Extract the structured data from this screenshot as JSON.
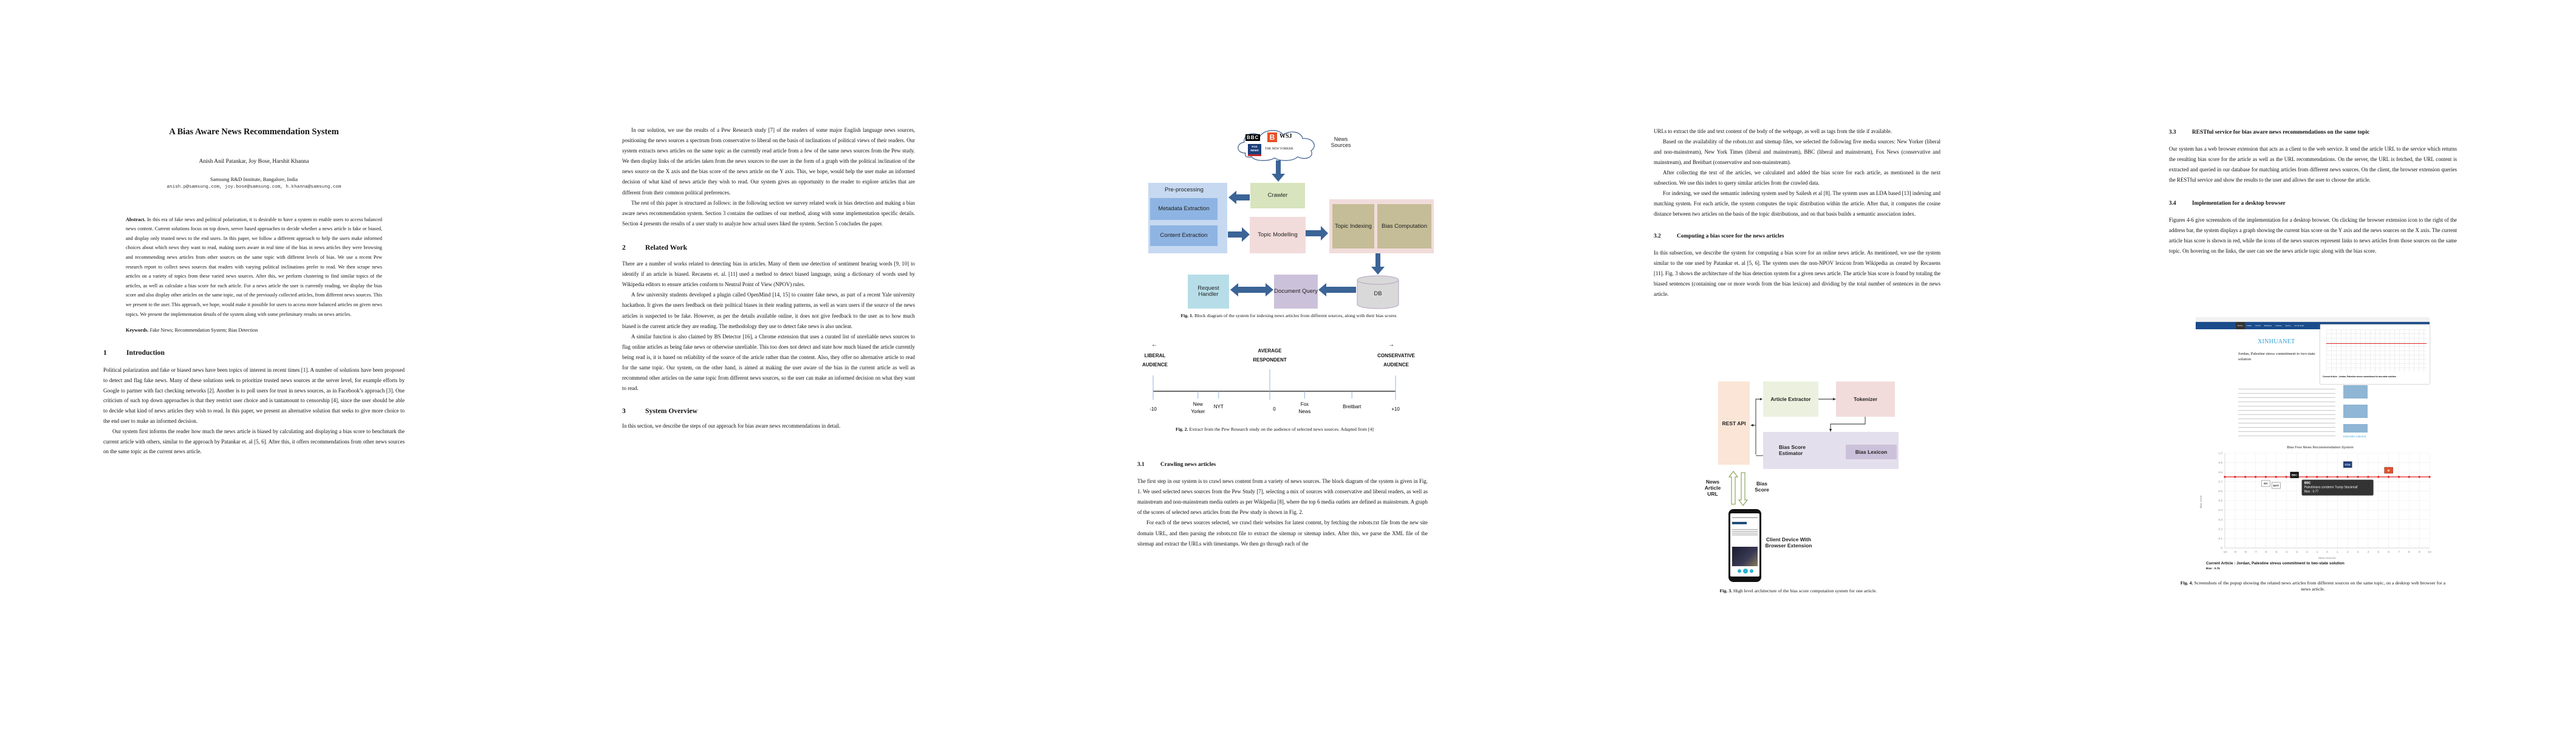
{
  "pages": {
    "p1": {
      "title": "A Bias Aware News Recommendation System",
      "authors": "Anish Anil Patankar, Joy Bose, Harshit Khanna",
      "affiliation": "Samsung R&D Institute, Bangalore, India",
      "emails": "anish.p@samsung.com, joy.bose@samsung.com, h.khanna@samsung.com",
      "abstract_label": "Abstract.",
      "abstract": "In this era of fake news and political polarization, it is desirable to have a system to enable users to access balanced news content. Current solutions focus on top down, server based approaches to decide whether a news article is fake or biased, and display only trusted news to the end users. In this paper, we follow a different approach to help the users make informed choices about which news they want to read, making users aware in real time of the bias in news articles they were browsing and recommending news articles from other sources on the same topic with different levels of bias. We use a recent Pew research report to collect news sources that readers with varying political inclinations prefer to read. We then scrape news articles on a variety of topics from these varied news sources. After this, we perform clustering to find similar topics of the articles, as well as calculate a bias score for each article. For a news article the user is currently reading, we display the bias score and also display other articles on the same topic, out of the previously collected articles, from different news sources. This we present to the user. This approach, we hope, would make it possible for users to access more balanced articles on given news topics.  We present the implementation details of the system along with some preliminary results on news articles.",
      "keywords_label": "Keywords.",
      "keywords": "Fake News; Recommendation System; Bias Detection",
      "sec1_num": "1",
      "sec1_title": "Introduction",
      "sec1_p1": "Political polarization and fake or biased news have been topics of interest in recent times [1]. A number of solutions have been proposed to detect and flag fake news. Many of these solutions seek to prioritize trusted news sources at the server level, for example efforts by Google to partner with fact checking networks [2]. Another is to poll users for trust in news sources, as in Facebook’s approach [3]. One criticism of such top down approaches is that they restrict user choice and is tantamount to censorship [4], since the user should be able to decide what kind of news articles they wish to read. In this paper, we present an alternative solution that seeks to give more choice to the end user to make an informed decision.",
      "sec1_p2": "Our system first informs the reader how much the news article is biased by calculating and displaying a bias score to benchmark the current article with others, similar to the approach by Patankar et. al [5, 6]. After this, it offers recommendations from other news sources on the same topic as the current news article."
    },
    "p2": {
      "p1": "In our solution, we use the results of a Pew Research study [7] of the readers of some major English language news sources, positioning the news sources a spectrum from conservative to liberal on the basis of inclinations of political views of their readers. Our system extracts news articles on the same topic as the currently read article from a few of the same news sources from the Pew study. We then display links of the articles taken from the news sources to the user in the form of a graph with the political inclination of the news source on the X axis and the bias score of the news article on the Y axis. This, we hope, would help the user make an informed decision of what kind of news article they wish to read. Our system gives an opportunity to the reader to explore articles that are different from their common political preferences.",
      "p2": "The rest of this paper is structured as follows: in the following section we survey related work in bias detection and making a bias aware news recommendation system. Section 3 contains the outlines of our method, along with some implementation specific details. Section 4 presents the results of a user study to analyze how actual users liked the system. Section 5 concludes the paper.",
      "sec2_num": "2",
      "sec2_title": "Related Work",
      "sec2_p1": "There are a number of works related to detecting bias in articles. Many of them use detection of sentiment bearing words [9, 10] to identify if an article is biased. Recasens et. al. [11] used a method to detect biased language, using a dictionary of words used by Wikipedia editors to ensure articles conform to Neutral Point of View (NPOV) rules.",
      "sec2_p2": "A few university students developed a plugin called OpenMind [14, 15] to counter fake news, as part of a recent Yale university hackathon. It gives the users feedback on their political biases in their reading patterns, as well as warn users if the source of the news articles is suspected to be fake. However, as per the details available online, it does not give feedback to the user as to how much biased is the current article they are reading. The methodology they use to detect fake news is also unclear.",
      "sec2_p3": "A similar function is also claimed by BS Detector [16], a Chrome extension that uses a curated list of unreliable news sources to flag online articles as being fake news or otherwise unreliable.  This too does not detect and state how much biased the article currently being read is, it is based on reliability of the source of the article rather than the content. Also, they offer no alternative article to read for the same topic. Our system, on the other hand, is aimed at making the user aware of the bias in the current article as well as recommend other articles on the same topic from different news sources, so the user can make an informed decision on what they want to read.",
      "sec3_num": "3",
      "sec3_title": "System Overview",
      "sec3_p1": "In this section, we describe the steps of our approach for bias aware news recommendations in detail."
    },
    "p3": {
      "fig1": {
        "logos": [
          "BBC",
          "B",
          "WSJ",
          "FOX NEWS",
          "THE NEW YORKER"
        ],
        "cloud_label": "News Sources",
        "preprocessing": "Pre-processing",
        "metadata": "Metadata Extraction",
        "content": "Content Extraction",
        "crawler": "Crawler",
        "topic_modelling": "Topic Modelling",
        "topic_indexing": "Topic Indexing",
        "bias_computation": "Bias Computation",
        "db": "DB",
        "document_query": "Document Query",
        "request_handler": "Request Handler",
        "caption_label": "Fig. 1.",
        "caption": "Block diagram of the system for indexing news articles from different sources, along with their bias scores"
      },
      "fig2": {
        "left_label": "LIBERAL AUDIENCE",
        "center_label": "AVERAGE RESPONDENT",
        "right_label": "CONSERVATIVE AUDIENCE",
        "caption_label": "Fig. 2.",
        "caption": "Extract from the Pew Research study on the audience of selected news sources. Adapted from [4]"
      },
      "sec31_num": "3.1",
      "sec31_title": "Crawling news articles",
      "sec31_p1": "The first step in our system is to crawl news content from a variety of news sources. The block diagram of the system is given in Fig. 1.  We used selected news sources from the Pew Study [7], selecting a mix of sources with conservative and liberal readers, as well as mainstream and non-mainstream media outlets as per Wikipedia [8], where the top 6 media outlets are defined as mainstream. A graph of the scores of selected news articles from the Pew study is shown in Fig. 2.",
      "sec31_p2": "For each of the news sources selected, we crawl their websites for latest content, by fetching the robots.txt file from the new site domain URL, and then parsing the robots.txt file to extract the sitemap or sitemap index. After this, we parse the XML file of the sitemap and extract the URLs with timestamps. We then go through each of the"
    },
    "p4": {
      "p1": "URLs to extract the title and text content of the body of the webpage, as well as tags from the title if available.",
      "p2": "Based on the availability of the robots.txt and sitemap files, we selected the following five media sources: New Yorker (liberal and non-mainstream), New York Times (liberal and mainstream), BBC (liberal and mainstream), Fox News (conservative and mainstream), and Breitbart (conservative and non-mainstream).",
      "p3": "After collecting the text of the articles, we calculated and added the bias score for each article, as mentioned in the next subsection. We use this index to query similar articles from the crawled data.",
      "p4": "For indexing, we used the semantic indexing system used by Sailesh et al [8]. The system uses an LDA based [13] indexing and matching system. For each article, the system computes the topic distribution within the article. After that, it computes the cosine distance between two articles on the basis of the topic distributions, and on that basis builds a semantic association index.",
      "sec32_num": "3.2",
      "sec32_title": "Computing a bias score for the news articles",
      "sec32_p1": "In this subsection, we describe the system for computing a bias score for an online news article.  As mentioned, we use the system similar to the one used by Patankar et. al [5, 6].  The system uses the non-NPOV lexicon from Wikipedia as created by Recasens [11]. Fig. 3 shows the architecture of the bias detection system for a given news article. The article bias score is found by totaling the biased sentences (containing one or more words from the bias lexicon) and dividing by the total number of sentences in the news article.",
      "fig3": {
        "rest_api": "REST API",
        "article_extractor": "Article Extractor",
        "tokenizer": "Tokenizer",
        "bias_score_estimator": "Bias Score Estimator",
        "bias_lexicon": "Bias Lexicon",
        "news_article_url": "News Article URL",
        "bias_score": "Bias Score",
        "client_device": "Client Device With Browser Extension",
        "caption_label": "Fig. 3.",
        "caption": "High level architecture of the bias score computation system for one article."
      }
    },
    "p5": {
      "sec33_num": "3.3",
      "sec33_title": "RESTful service for bias aware news recommendations on the same topic",
      "sec33_p1": "Our system has a web browser extension that acts as a client to the web service. It send the article URL to the service which returns the resulting bias score for the article as well as the URL recommendations. On the server, the URL is fetched, the URL content is extracted and queried in our database for matching articles from different news sources. On the client, the browser extension queries the RESTful service and show the results to the user and allows the user to choose the article.",
      "sec34_num": "3.4",
      "sec34_title": "Implementation for a desktop browser",
      "sec34_p1": "Figures 4-6 give screenshots of the implementation for a desktop browser. On clicking the browser extension icon to the right of the address bar, the system displays a graph showing the current bias score on the Y axis and the news sources on the X axis. The current article bias score is shown in red, while the icons of the news sources represent links to news articles from those sources on the same topic. On hovering on the links, the user can see the news article topic along with the bias score.",
      "fig4": {
        "site_name": "XINHUANET",
        "headline": "Jordan, Palestine stress commitment to two-state solution",
        "nav": [
          "Home",
          "China",
          "World",
          "Business",
          "Culture",
          "Sports",
          "Sci & Tech"
        ],
        "editors_choice": "EDITOR'S CHOICE",
        "tooltip_source": "BBC",
        "tooltip_title": "Palestinians condemn Trump 'blackmail'",
        "tooltip_bias": "Bias : 0.77",
        "current_article_label": "Current Article : Jordan, Palestine stress commitment to two-state solution",
        "current_bias_label": "Bias : 0.75",
        "caption_label": "Fig. 4.",
        "caption": "Screenshots of the popup showing the related news articles from different sources on the same topic, on a desktop web browser for a news article."
      }
    }
  },
  "chart_data": [
    {
      "type": "scatter",
      "title": "",
      "xlabel": "",
      "ylabel": "",
      "xlim": [
        -10,
        10
      ],
      "x_ticks": [
        "-10",
        "0",
        "+10"
      ],
      "points": [
        {
          "label": "New Yorker",
          "x": -6.3
        },
        {
          "label": "NYT",
          "x": -4.6
        },
        {
          "label": "Fox News",
          "x": 2.5
        },
        {
          "label": "Breitbart",
          "x": 6.4
        }
      ]
    },
    {
      "type": "scatter",
      "title": "Bias Free News Recommendation System",
      "xlabel": "News Sources",
      "ylabel": "Bias score",
      "xlim": [
        -10,
        10
      ],
      "ylim": [
        0,
        1.0
      ],
      "x_ticks": [
        -10,
        -9,
        -8,
        -7,
        -6,
        -5,
        -4,
        -3,
        -2,
        -1,
        0,
        1,
        2,
        3,
        4,
        5,
        6,
        7,
        8,
        9,
        10
      ],
      "y_ticks": [
        "0",
        "0.1",
        "0.2",
        "0.3",
        "0.4",
        "0.5",
        "0.6",
        "0.7",
        "0.8",
        "0.9",
        "1.0"
      ],
      "grid": true,
      "current_article_bias": 0.75,
      "current_color": "#e02020",
      "points": [
        {
          "label": "New Yorker",
          "x": -6,
          "y": 0.68
        },
        {
          "label": "NYT",
          "x": -5,
          "y": 0.66
        },
        {
          "label": "BBC",
          "x": -3.2,
          "y": 0.77
        },
        {
          "label": "Fox News",
          "x": 2,
          "y": 0.88
        },
        {
          "label": "Breitbart",
          "x": 6,
          "y": 0.82
        }
      ]
    }
  ]
}
